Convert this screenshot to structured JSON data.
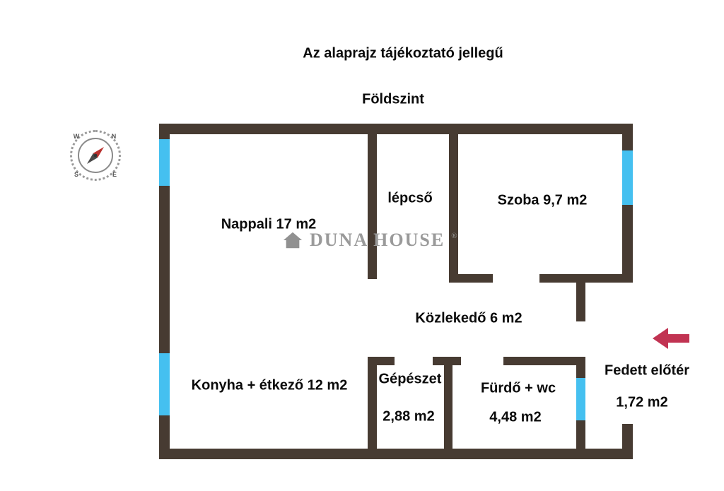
{
  "header": {
    "title": "Az alaprajz tájékoztató jellegű",
    "floor": "Földszint"
  },
  "compass": {
    "n": "N",
    "e": "E",
    "s": "S",
    "w": "W"
  },
  "watermark": {
    "brand": "DUNA HOUSE",
    "reg": "®"
  },
  "rooms": {
    "nappali": {
      "label": "Nappali 17 m2"
    },
    "lepcso": {
      "label": "lépcső"
    },
    "szoba": {
      "label": "Szoba 9,7 m2"
    },
    "kozlekedo": {
      "label": "Közlekedő 6 m2"
    },
    "konyha": {
      "label": "Konyha + étkező 12 m2"
    },
    "gepeszet": {
      "label": "Gépészet",
      "area": "2,88 m2"
    },
    "furdo": {
      "label": "Fürdő + wc",
      "area": "4,48 m2"
    },
    "fedett_eloter": {
      "label": "Fedett előtér",
      "area": "1,72 m2"
    }
  },
  "colors": {
    "wall": "#473b32",
    "window": "#45c0f0",
    "entrance_arrow": "#c13352",
    "watermark_gray": "#9a9a9a"
  }
}
